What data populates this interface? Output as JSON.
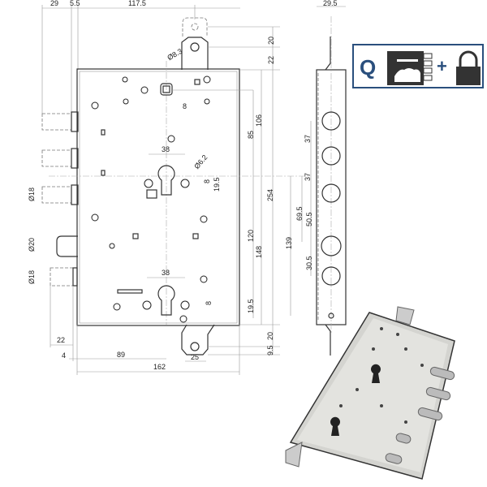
{
  "top_dims": {
    "d29": "29",
    "d5_5": "5.5",
    "d117_5": "117.5",
    "side_width": "29.5"
  },
  "hole_dims": {
    "tab_hole": "Ø8.3",
    "spindle": "8",
    "cyl_spacing_top": "38",
    "screw": "Ø6.2",
    "cyl_offset": "8",
    "cyl_19_5": "19.5",
    "cyl_spacing_bottom": "38",
    "cyl_offset_bottom": "8"
  },
  "right_dims": {
    "d20_top": "20",
    "d22": "22",
    "d106": "106",
    "d85": "85",
    "d254": "254",
    "d120": "120",
    "d148": "148",
    "d19_5": "19.5",
    "d20_bottom": "20",
    "d9_5": "9.5"
  },
  "left_dims": {
    "bolt_18_a": "Ø18",
    "bolt_20": "Ø20",
    "bolt_18_b": "Ø18"
  },
  "bottom_dims": {
    "d22": "22",
    "d4": "4",
    "d89": "89",
    "d162": "162",
    "d25": "25"
  },
  "side_dims": {
    "d37_a": "37",
    "d37_b": "37",
    "d69_5": "69.5",
    "d50_5": "50.5",
    "d139": "139",
    "d30_5": "30.5"
  },
  "badge": {
    "letter": "Q",
    "color": "#2a4f7d"
  }
}
